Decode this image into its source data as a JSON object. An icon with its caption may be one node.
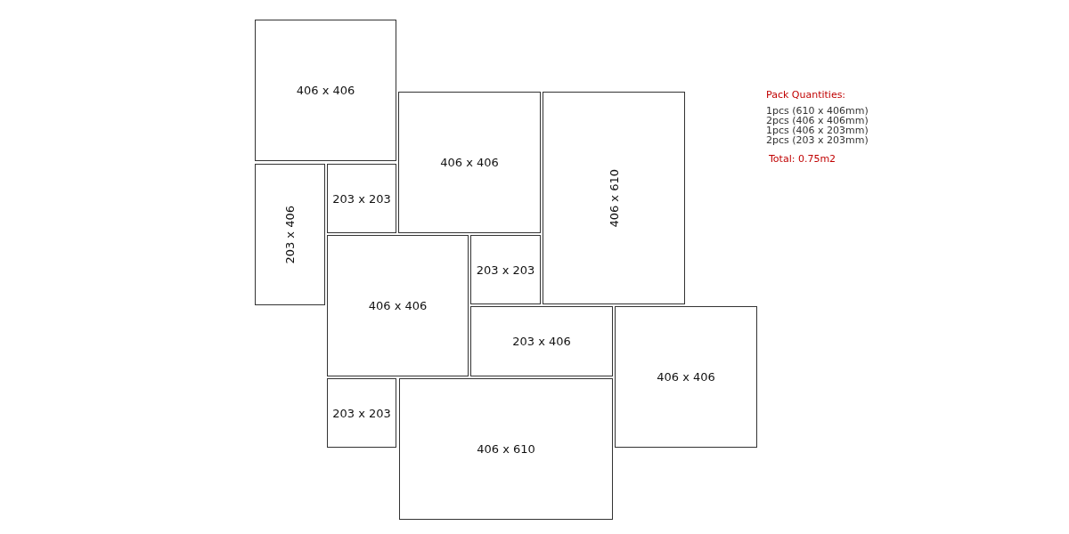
{
  "diagram": {
    "nodes": [
      {
        "text": [
          "406 x 406"
        ]
      },
      {
        "text": [
          "406 x 406"
        ]
      },
      {
        "text": [
          "406 x 610"
        ]
      },
      {
        "text": [
          "203 x 406"
        ]
      },
      {
        "text": [
          "203 x 203"
        ]
      },
      {
        "text": [
          "406 x 406"
        ]
      },
      {
        "text": [
          "203 x 203"
        ]
      },
      {
        "text": [
          "203 x 406"
        ]
      },
      {
        "text": [
          "406 x 406"
        ]
      },
      {
        "text": [
          "203 x 203"
        ]
      },
      {
        "text": [
          "406 x 610"
        ]
      }
    ],
    "labels": [
      "Pack Quantities:",
      "1pcs (610 x 406mm)",
      "2pcs (406 x 406mm)",
      "1pcs (406 x 203mm)",
      "2pcs (203 x 203mm)",
      "Total: 0.75m2"
    ]
  }
}
